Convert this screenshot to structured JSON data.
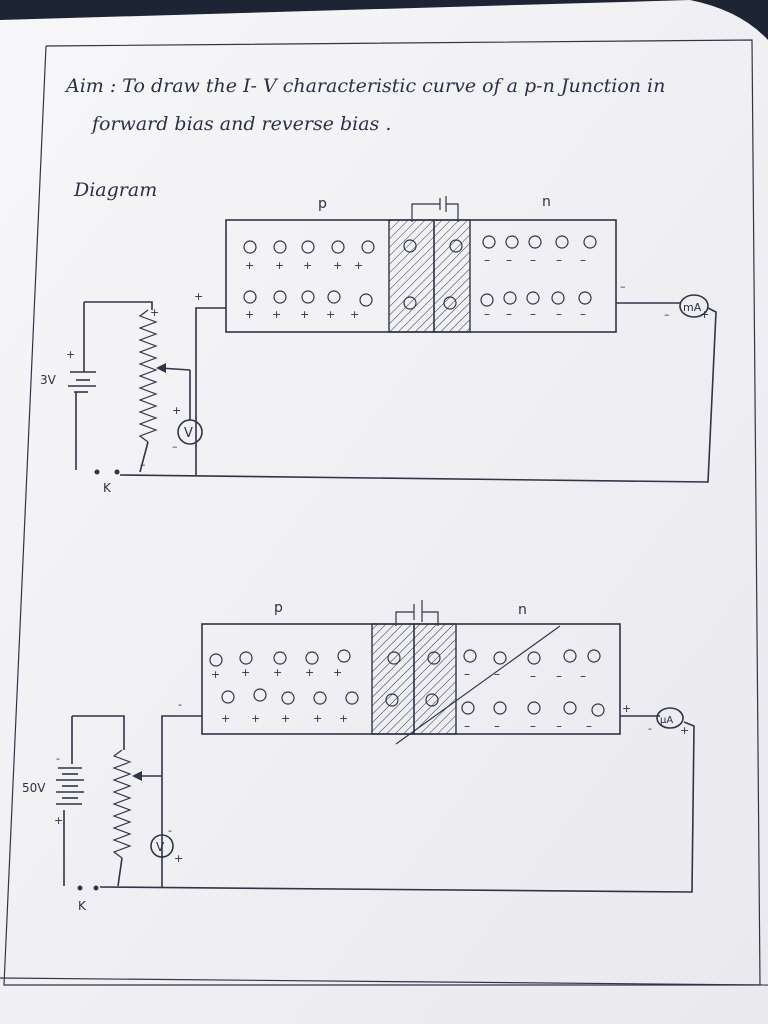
{
  "aim": {
    "line1": "Aim : To draw the I- V characteristic curve of a p-n Junction in",
    "line2": "forward bias and reverse bias ."
  },
  "diagram_heading": "Diagram",
  "forward": {
    "p_label": "p",
    "n_label": "n",
    "battery_label": "3V",
    "key_label": "K",
    "voltmeter": "V",
    "ammeter": "mA"
  },
  "reverse": {
    "p_label": "p",
    "n_label": "n",
    "battery_label": "50V",
    "key_label": "K",
    "voltmeter": "V",
    "ammeter": "µA"
  },
  "colors": {
    "ink": "#2f3547",
    "paper": "#f4f4f6",
    "background": "#1d2433"
  }
}
